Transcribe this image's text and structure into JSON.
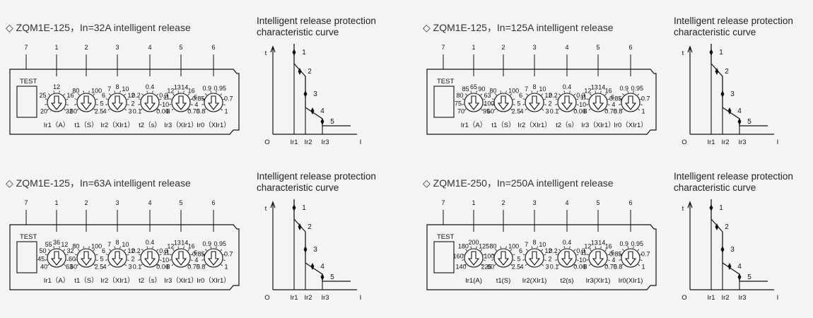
{
  "curve_title_line1": "Intelligent release protection",
  "curve_title_line2": "characteristic curve",
  "curve_axis": {
    "t": "t",
    "i": "I",
    "origin": "O",
    "ir1": "Ir1",
    "ir2": "Ir2",
    "ir3": "Ir3"
  },
  "curve_points": [
    "1",
    "2",
    "3",
    "4",
    "5"
  ],
  "panels": [
    {
      "title": "◇ ZQM1E-125，In=32A intelligent release",
      "test": "TEST",
      "knob_numbers": [
        "7",
        "1",
        "2",
        "3",
        "4",
        "5",
        "6"
      ],
      "dial_labels": [
        "Ir1（A）",
        "t1（S）",
        "Ir2（XIr1）",
        "t2（s）",
        "Ir3（XIr1）",
        "Ir0（XIr1）"
      ],
      "scales": [
        [
          "20",
          "25",
          "12",
          "16",
          "32"
        ],
        [
          "60",
          "80",
          "100",
          "2.5"
        ],
        [
          "4",
          "5",
          "6",
          "7",
          "8",
          "10",
          "12",
          "2",
          "3"
        ],
        [
          "0.1",
          "0.2",
          "0.4",
          "0.3",
          "0.06"
        ],
        [
          "8",
          "10",
          "11",
          "12",
          "13",
          "14",
          "16",
          "6",
          "4",
          "0.75"
        ],
        [
          "0.8",
          "0.85",
          "0.9",
          "0.95",
          "0.7",
          "1"
        ]
      ]
    },
    {
      "title": "◇ ZQM1E-125，In=125A intelligent release",
      "test": "TEST",
      "knob_numbers": [
        "7",
        "1",
        "2",
        "3",
        "4",
        "5",
        "6"
      ],
      "dial_labels": [
        "Ir1（A）",
        "t1（S）",
        "Ir2（XIr1）",
        "t2（s）",
        "Ir3（XIr1）",
        "Ir0（XIr1）"
      ],
      "scales": [
        [
          "70",
          "75",
          "80",
          "85",
          "65",
          "90",
          "63",
          "100",
          "95"
        ],
        [
          "60",
          "80",
          "100",
          "2.5"
        ],
        [
          "4",
          "5",
          "6",
          "7",
          "8",
          "10",
          "12",
          "2",
          "3"
        ],
        [
          "0.1",
          "0.2",
          "0.4",
          "0.3",
          "0.06"
        ],
        [
          "8",
          "10",
          "11",
          "12",
          "13",
          "14",
          "16",
          "6",
          "4",
          "0.75"
        ],
        [
          "0.8",
          "0.85",
          "0.9",
          "0.95",
          "0.7",
          "1"
        ]
      ]
    },
    {
      "title": "◇ ZQM1E-125，In=63A intelligent release",
      "test": "TEST",
      "knob_numbers": [
        "7",
        "1",
        "2",
        "3",
        "4",
        "5",
        "6"
      ],
      "dial_labels": [
        "Ir1（A）",
        "t1（S）",
        "Ir2（XIr1）",
        "t2（s）",
        "Ir3（XIr1）",
        "Ir0（XIr1）"
      ],
      "scales": [
        [
          "40",
          "45",
          "50",
          "55",
          "36",
          "12",
          "32",
          "60",
          "63"
        ],
        [
          "60",
          "80",
          "100",
          "2.5"
        ],
        [
          "4",
          "5",
          "6",
          "7",
          "8",
          "10",
          "12",
          "2",
          "3"
        ],
        [
          "0.1",
          "0.2",
          "0.4",
          "0.3",
          "0.06"
        ],
        [
          "8",
          "10",
          "11",
          "12",
          "13",
          "14",
          "16",
          "6",
          "4",
          "0.75"
        ],
        [
          "0.8",
          "0.85",
          "0.9",
          "0.95",
          "0.7",
          "1"
        ]
      ]
    },
    {
      "title": "◇ ZQM1E-250，In=250A intelligent release",
      "test": "TEST",
      "knob_numbers": [
        "7",
        "1",
        "2",
        "3",
        "4",
        "5",
        "6"
      ],
      "dial_labels": [
        "Ir1(A)",
        "t1(S)",
        "Ir2(XIr1)",
        "t2(s)",
        "Ir3(XIr1)",
        "Ir0(XIr1)"
      ],
      "scales": [
        [
          "140",
          "160",
          "180",
          "200",
          "125",
          "100",
          "225"
        ],
        [
          "60",
          "80",
          "100",
          "2.5"
        ],
        [
          "4",
          "5",
          "6",
          "7",
          "8",
          "10",
          "12",
          "2",
          "3"
        ],
        [
          "0.1",
          "0.2",
          "0.4",
          "0.3",
          "0.06"
        ],
        [
          "8",
          "10",
          "11",
          "12",
          "13",
          "14",
          "16",
          "6",
          "4",
          "0.75"
        ],
        [
          "0.8",
          "0.85",
          "0.9",
          "0.95",
          "0.7",
          "1"
        ]
      ]
    }
  ]
}
